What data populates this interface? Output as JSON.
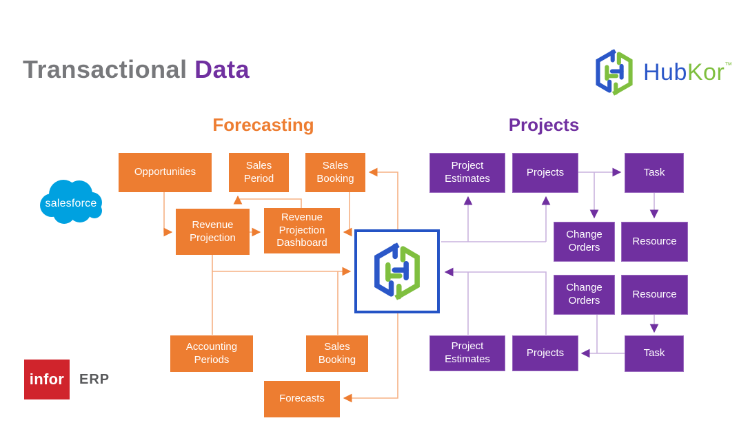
{
  "title": {
    "part1": "Transactional",
    "part2": "Data"
  },
  "sections": {
    "forecasting": {
      "label": "Forecasting",
      "color": "#ed7d31"
    },
    "projects": {
      "label": "Projects",
      "color": "#7030a0"
    }
  },
  "nodes": {
    "opportunities": "Opportunities",
    "sales_period": "Sales Period",
    "sales_booking_top": "Sales Booking",
    "revenue_projection": "Revenue Projection",
    "revenue_projection_dashboard": "Revenue Projection Dashboard",
    "accounting_periods": "Accounting Periods",
    "sales_booking_bottom": "Sales Booking",
    "forecasts": "Forecasts",
    "project_estimates_top": "Project Estimates",
    "projects_top": "Projects",
    "task_top": "Task",
    "change_orders_top": "Change Orders",
    "resource_top": "Resource",
    "change_orders_bottom": "Change Orders",
    "resource_bottom": "Resource",
    "project_estimates_bottom": "Project Estimates",
    "projects_bottom": "Projects",
    "task_bottom": "Task"
  },
  "brand": {
    "part1": "Hub",
    "part2": "Kor",
    "tm": "™"
  },
  "logos": {
    "salesforce": "salesforce",
    "infor": "infor",
    "erp": "ERP"
  },
  "icons": {
    "hub_center": "hubkor-hexagon-icon",
    "hub_brand": "hubkor-hexagon-icon",
    "salesforce": "salesforce-cloud-icon"
  },
  "colors": {
    "title_gray": "#77787b",
    "orange_box": "#ed7d31",
    "orange_line": "#f5b183",
    "purple_box": "#7030a0",
    "purple_line": "#c9b2de",
    "hub_border_blue": "#2453c5",
    "logo_blue": "#2b57c8",
    "logo_green": "#7fbf3f",
    "salesforce_blue": "#00a1e0",
    "infor_red": "#d0242c",
    "erp_gray": "#58595b"
  }
}
